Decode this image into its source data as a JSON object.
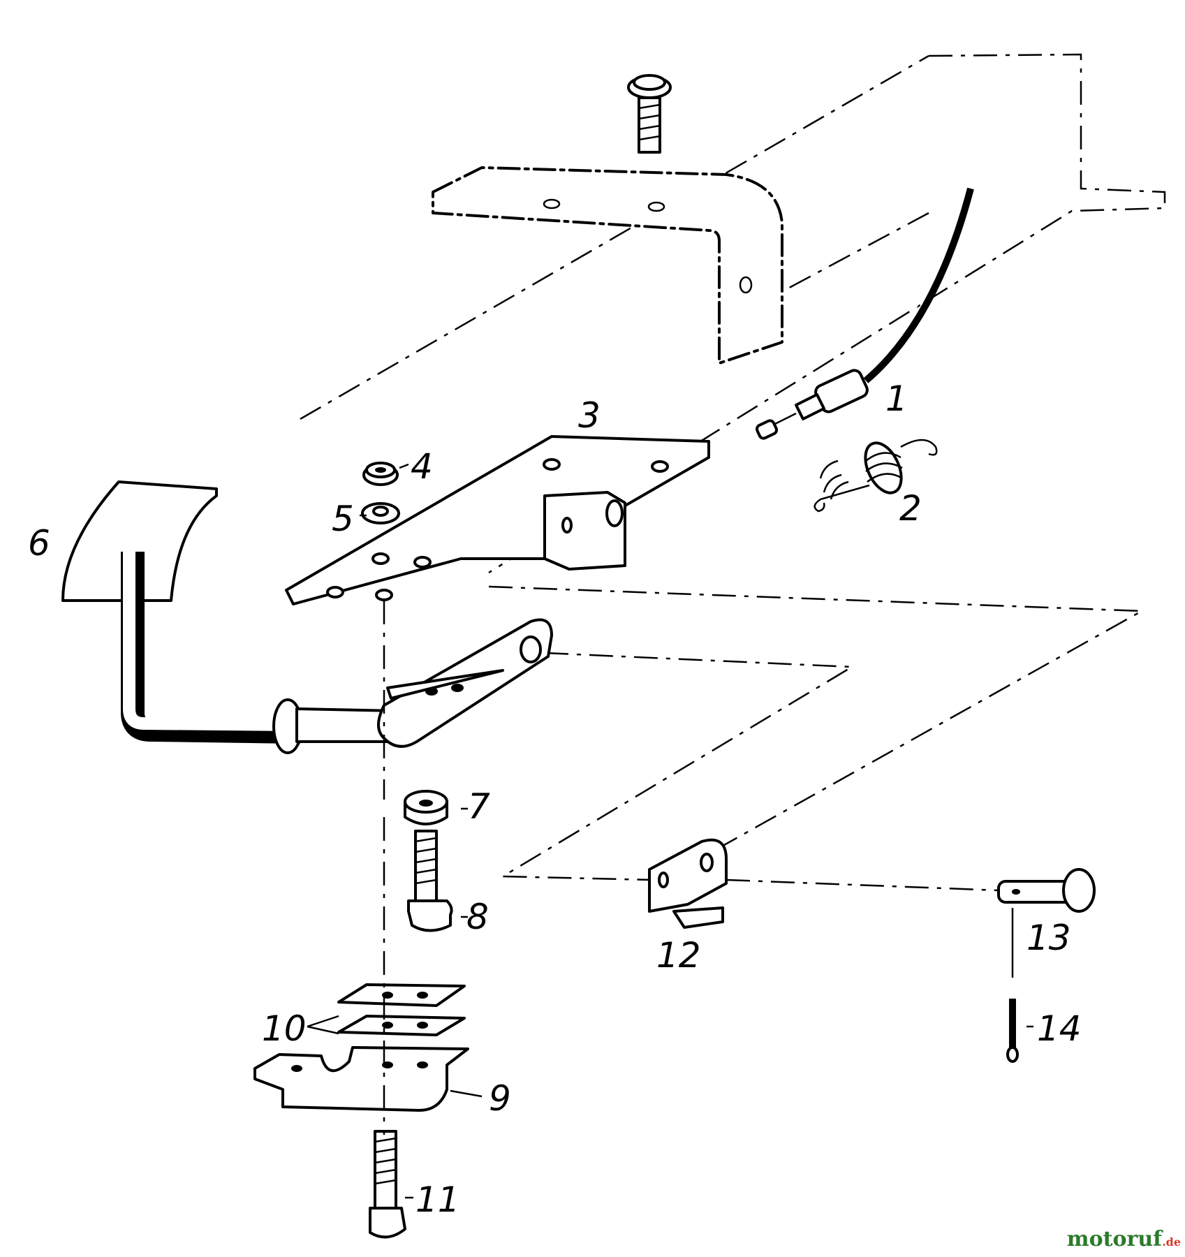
{
  "labels": {
    "p1": "1",
    "p2": "2",
    "p3": "3",
    "p4": "4",
    "p5": "5",
    "p6": "6",
    "p7": "7",
    "p8": "8",
    "p9": "9",
    "p10": "10",
    "p11": "11",
    "p12": "12",
    "p13": "13",
    "p14": "14"
  },
  "watermark": {
    "brand": "motoruf",
    "suffix": ".de"
  },
  "colors": {
    "ink": "#000000",
    "watermark": "#2b7a2b",
    "watermark_accent": "#d43a2a"
  }
}
